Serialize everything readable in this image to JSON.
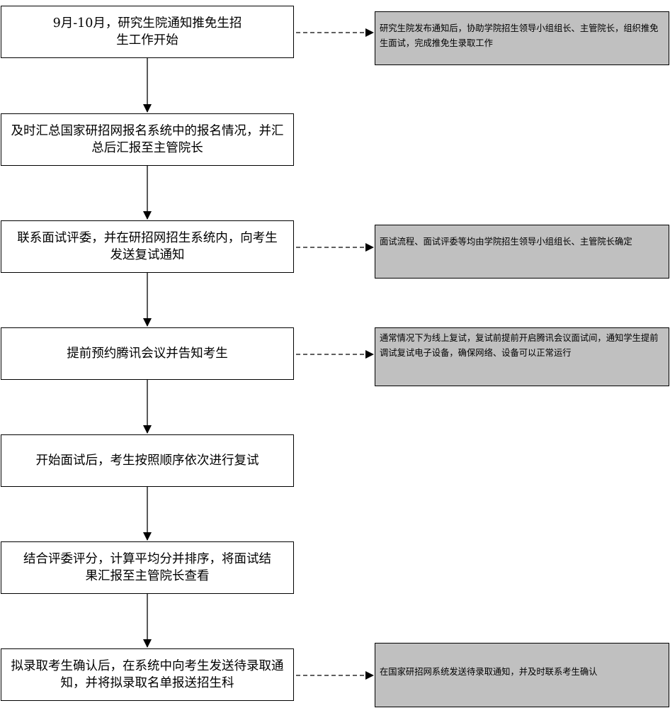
{
  "steps": [
    {
      "text": "9月-10月，研究生院通知推免生招生工作开始"
    },
    {
      "text": "及时汇总国家研招网报名系统中的报名情况，并汇总后汇报至主管院长"
    },
    {
      "text": "联系面试评委，并在研招网招生系统内，向考生发送复试通知"
    },
    {
      "text": "提前预约腾讯会议并告知考生"
    },
    {
      "text": "开始面试后，考生按照顺序依次进行复试"
    },
    {
      "text": "结合评委评分，计算平均分并排序，将面试结果汇报至主管院长查看"
    },
    {
      "text": "拟录取考生确认后，在系统中向考生发送待录取通知，并将拟录取名单报送招生科"
    }
  ],
  "notes": [
    {
      "text": "研究生院发布通知后，协助学院招生领导小组组长、主管院长，组织推免生面试，完成推免生录取工作"
    },
    {
      "text": "面试流程、面试评委等均由学院招生领导小组组长、主管院长确定"
    },
    {
      "text": "通常情况下为线上复试，复试前提前开启腾讯会议面试间，通知学生提前调试复试电子设备，确保网络、设备可以正常运行"
    },
    {
      "text": "在国家研招网系统发送待录取通知，并及时联系考生确认"
    }
  ],
  "colors": {
    "note_fill": "#c0c0c0",
    "line": "#000000"
  }
}
